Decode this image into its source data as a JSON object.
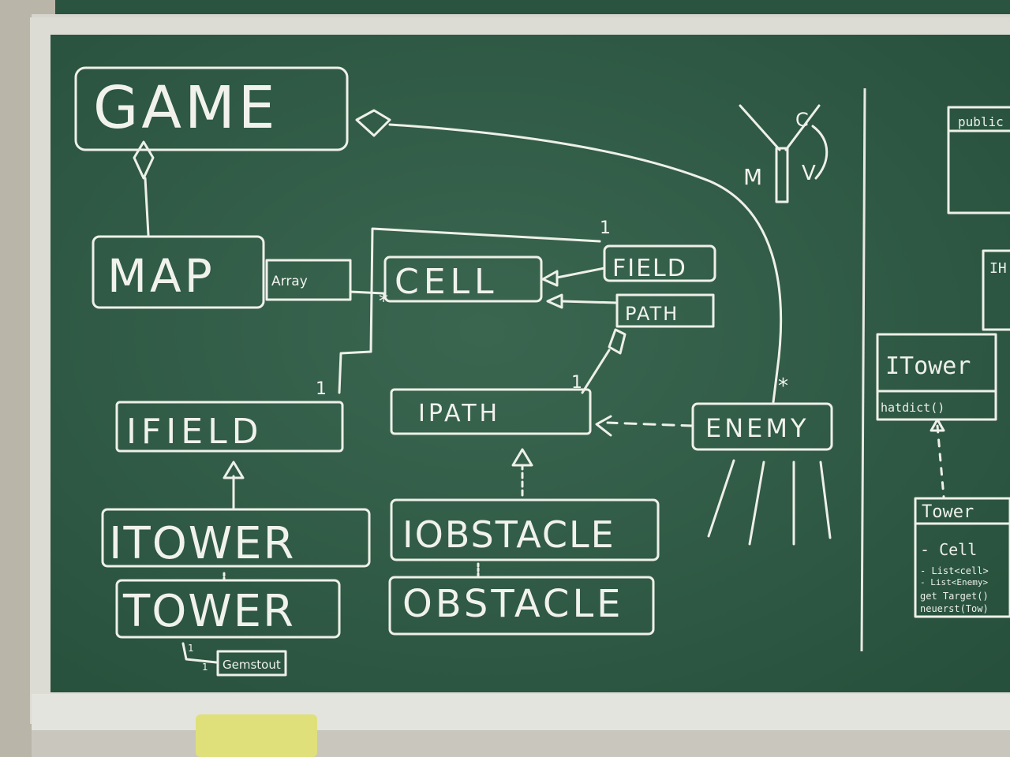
{
  "board": {
    "chalk_color": "#f0f1ea",
    "board_color": "#2f5a44",
    "frame_color": "#d9d9d2"
  },
  "classes": {
    "game": "GAME",
    "map": "MAP",
    "cell": "CELL",
    "field": "FIELD",
    "path": "PATH",
    "ifield": "IFIELD",
    "ipath": "IPATH",
    "enemy": "ENEMY",
    "itower": "ITOWER",
    "iobstacle": "IOBSTACLE",
    "tower": "TOWER",
    "obstacle": "OBSTACLE",
    "gemstout": "Gemstout"
  },
  "labels": {
    "array": "Array",
    "mult_one": "1",
    "mult_many": "*",
    "mvc_m": "M",
    "mvc_v": "V",
    "mvc_c": "C"
  },
  "right_panel": {
    "top_box_title": "public",
    "mid_box_fragment": "IH",
    "itower_title": "ITower",
    "itower_method": "hatdict()",
    "tower_title": "Tower",
    "tower_rows": [
      "- Cell",
      "- List<cell>",
      "- List<Enemy>",
      "get Target()",
      "neuerst(Tow)"
    ]
  }
}
